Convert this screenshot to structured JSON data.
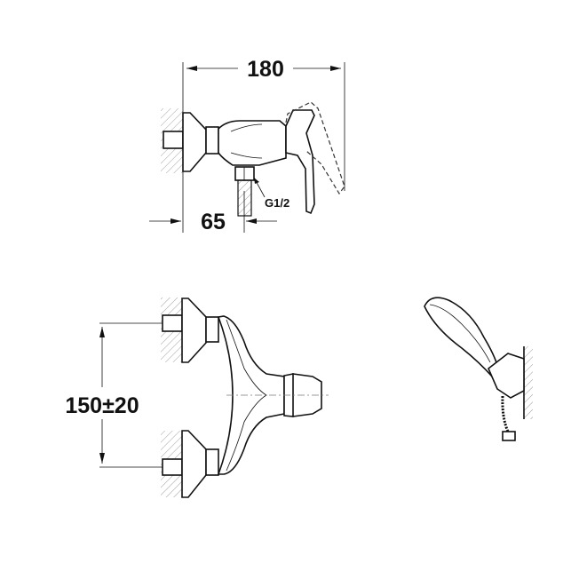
{
  "dimensions": {
    "overall_length": "180",
    "inlet_offset": "65",
    "thread": "G1/2",
    "inlet_spacing": "150±20"
  },
  "colors": {
    "line": "#111111",
    "background": "#ffffff",
    "hatch": "#888888"
  }
}
